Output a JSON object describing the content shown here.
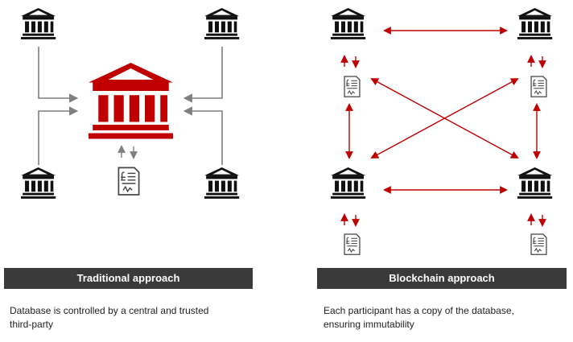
{
  "panels": {
    "traditional": {
      "banner_label": "Traditional approach",
      "caption_lines": [
        "Database is controlled by a central and trusted",
        "third-party"
      ]
    },
    "blockchain": {
      "banner_label": "Blockchain approach",
      "caption_lines": [
        "Each participant has a copy of the database,",
        "ensuring immutability"
      ]
    }
  },
  "colors": {
    "central_bank": "#c00000",
    "participant_bank": "#111111",
    "arrow_gray": "#7f7f7f",
    "arrow_red": "#c00000",
    "banner_bg": "#3a3a3a",
    "banner_text": "#ffffff"
  },
  "icons": {
    "participant": "bank-icon",
    "central": "central-bank-icon",
    "ledger": "ledger-document-icon",
    "sync": "sync-arrows-icon"
  }
}
